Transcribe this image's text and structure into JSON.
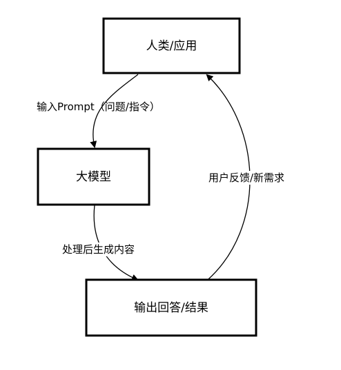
{
  "nodes": {
    "human": {
      "label": "人类/应用"
    },
    "model": {
      "label": "大模型"
    },
    "output": {
      "label": "输出回答/结果"
    }
  },
  "edges": {
    "input": {
      "label": "输入Prompt（问题/指令）"
    },
    "process": {
      "label": "处理后生成内容"
    },
    "feedback": {
      "label": "用户反馈/新需求"
    }
  },
  "colors": {
    "stroke": "#000000",
    "background": "#ffffff"
  }
}
